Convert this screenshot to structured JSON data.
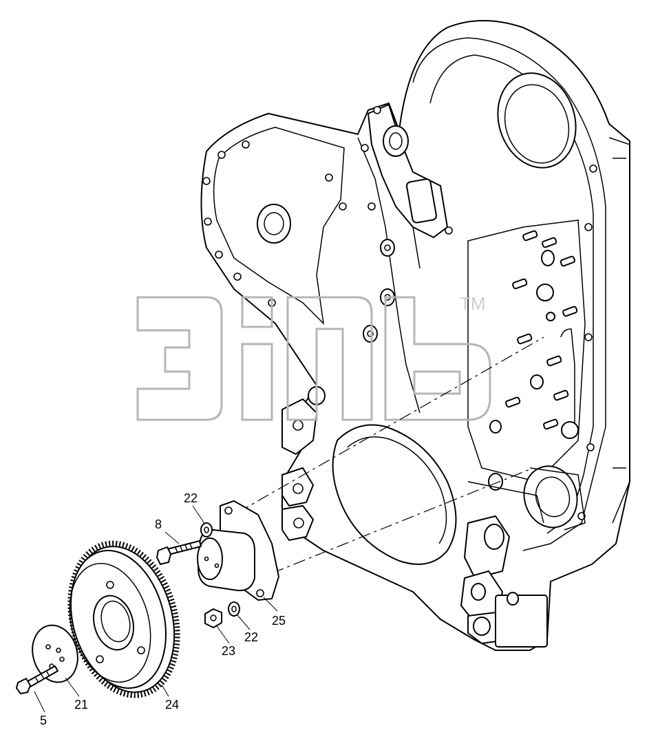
{
  "watermark": {
    "trademark": "TM"
  },
  "callouts": [
    {
      "id": "c22a",
      "label": "22"
    },
    {
      "id": "c8",
      "label": "8"
    },
    {
      "id": "c25",
      "label": "25"
    },
    {
      "id": "c23",
      "label": "23"
    },
    {
      "id": "c22b",
      "label": "22"
    },
    {
      "id": "c5",
      "label": "5"
    },
    {
      "id": "c21",
      "label": "21"
    },
    {
      "id": "c24",
      "label": "24"
    }
  ]
}
